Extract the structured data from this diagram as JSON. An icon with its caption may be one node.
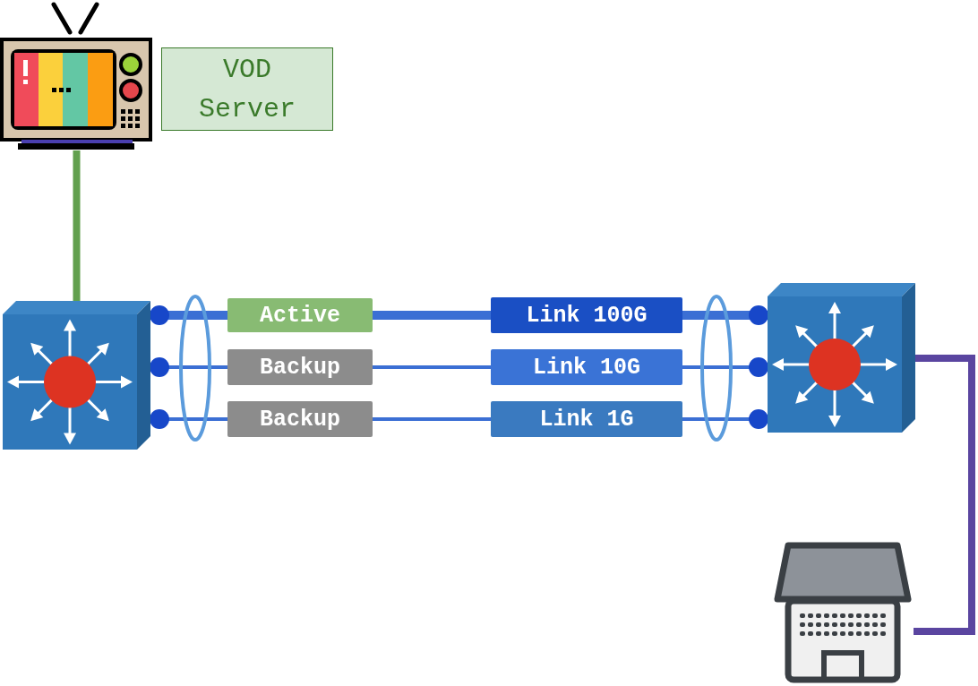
{
  "diagram": {
    "nodes": [
      {
        "text": [],
        "shape": "picture"
      },
      {
        "text": [
          "VOD Server"
        ]
      },
      {
        "text": [],
        "shape": "picture"
      },
      {
        "text": [],
        "shape": "picture"
      },
      {
        "text": [],
        "shape": "picture"
      },
      {
        "text": [
          "Active"
        ]
      },
      {
        "text": [
          "Link 100G"
        ]
      },
      {
        "text": [
          "Backup"
        ]
      },
      {
        "text": [
          "Link 10G"
        ]
      },
      {
        "text": [
          "Backup"
        ]
      },
      {
        "text": [
          "Link 1G"
        ]
      },
      {
        "text": [],
        "shape": "ellipse"
      },
      {
        "text": [],
        "shape": "ellipse"
      }
    ],
    "edges": [
      {
        "from": 0,
        "to": 2,
        "arrow": "none",
        "style": "thick",
        "color": "#62a04e"
      },
      {
        "from": 2,
        "to": 11,
        "arrow": "other",
        "style": "thick"
      },
      {
        "from": 11,
        "to": 5,
        "arrow": "none",
        "style": "thick"
      },
      {
        "from": 5,
        "to": 6,
        "arrow": "none",
        "style": "thick"
      },
      {
        "from": 6,
        "to": 12,
        "arrow": "none",
        "style": "thick"
      },
      {
        "from": 3,
        "to": 12,
        "arrow": "other",
        "style": "thick"
      },
      {
        "from": 2,
        "to": 11,
        "arrow": "other"
      },
      {
        "from": 11,
        "to": 7,
        "arrow": "none"
      },
      {
        "from": 7,
        "to": 8,
        "arrow": "none"
      },
      {
        "from": 8,
        "to": 12,
        "arrow": "none"
      },
      {
        "from": 3,
        "to": 12,
        "arrow": "other"
      },
      {
        "from": 2,
        "to": 11,
        "arrow": "other"
      },
      {
        "from": 11,
        "to": 9,
        "arrow": "none"
      },
      {
        "from": 9,
        "to": 10,
        "arrow": "none"
      },
      {
        "from": 10,
        "to": 12,
        "arrow": "none"
      },
      {
        "from": 3,
        "to": 12,
        "arrow": "other"
      },
      {
        "from": 3,
        "to": 4,
        "arrow": "none",
        "style": "thick",
        "color": "#5a45a0"
      }
    ]
  }
}
